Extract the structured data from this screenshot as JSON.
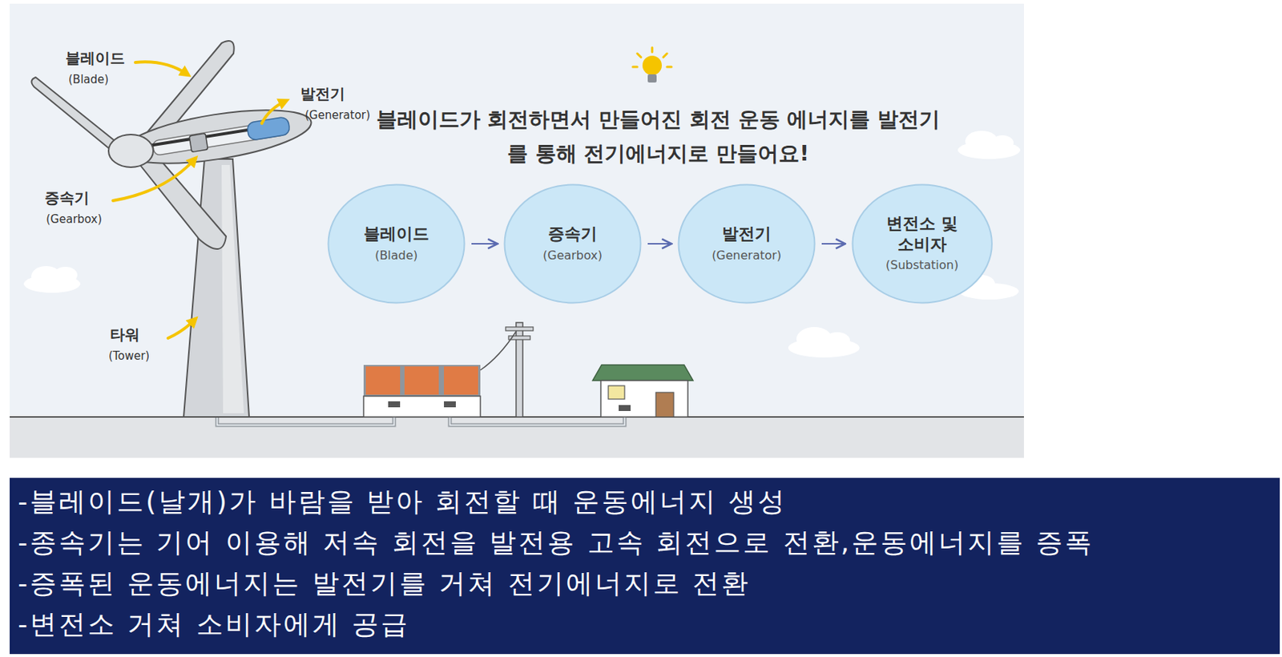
{
  "diagram": {
    "title": "블레이드가 회전하면서 만들어진 회전 운동 에너지를 발전기를 통해 전기에너지로 만들어요!",
    "nodes": [
      {
        "text": [
          "블레이드",
          "(Blade)"
        ]
      },
      {
        "text": [
          "증속기",
          "(Gearbox)"
        ]
      },
      {
        "text": [
          "발전기",
          "(Generator)"
        ]
      },
      {
        "text": [
          "변전소 및 소비자",
          "(Substation)"
        ]
      }
    ],
    "edges": [
      {
        "from": 0,
        "to": 1,
        "arrow": "to"
      },
      {
        "from": 1,
        "to": 2,
        "arrow": "to"
      },
      {
        "from": 2,
        "to": 3,
        "arrow": "to"
      }
    ],
    "labels": [
      "블레이드",
      "(Blade)",
      "발전기",
      "(Generator)",
      "증속기",
      "(Gearbox)",
      "타워",
      "(Tower)",
      "-블레이드(날개)가 바람을 받아 회전할 때 운동에너지 생성",
      "-종속기는 기어 이용해 저속 회전을 발전용 고속 회전으로 전환,운동에너지를 증폭",
      "-증폭된 운동에너지는 발전기를 거쳐 전기에너지로 전환",
      "-변전소 거쳐 소비자에게 공급"
    ]
  }
}
